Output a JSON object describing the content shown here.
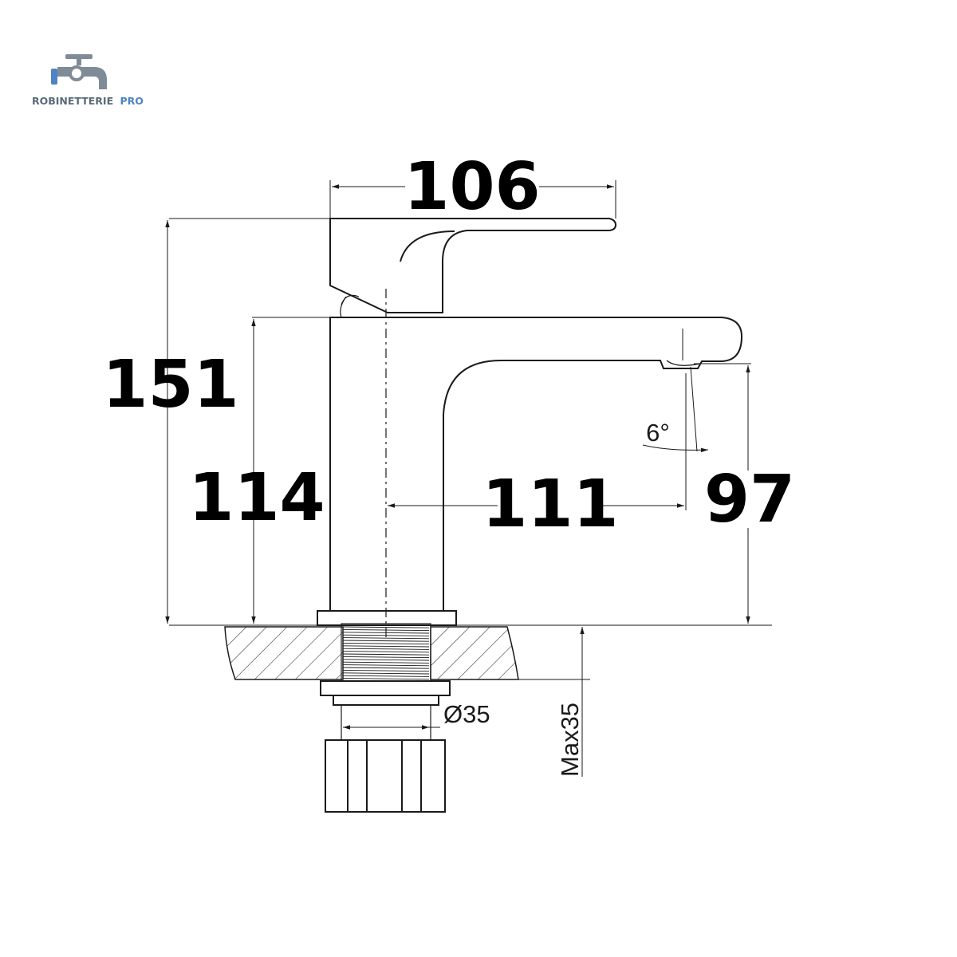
{
  "brand": {
    "name_main": "ROBINETTERIE",
    "name_accent": "PRO",
    "logo_icon": "faucet-icon",
    "colors": {
      "text": "#5b6a78",
      "accent": "#4f83c3",
      "icon": "#7f8c97"
    }
  },
  "dimensions": {
    "handle_width": "106",
    "total_height": "151",
    "body_height": "114",
    "spout_reach": "111",
    "spout_height": "97",
    "spout_angle": "6°",
    "thread_diameter": "Ø35",
    "max_counter_thickness": "Max35"
  },
  "colors": {
    "line": "#1a1a1a",
    "text": "#000000",
    "background": "#ffffff"
  }
}
